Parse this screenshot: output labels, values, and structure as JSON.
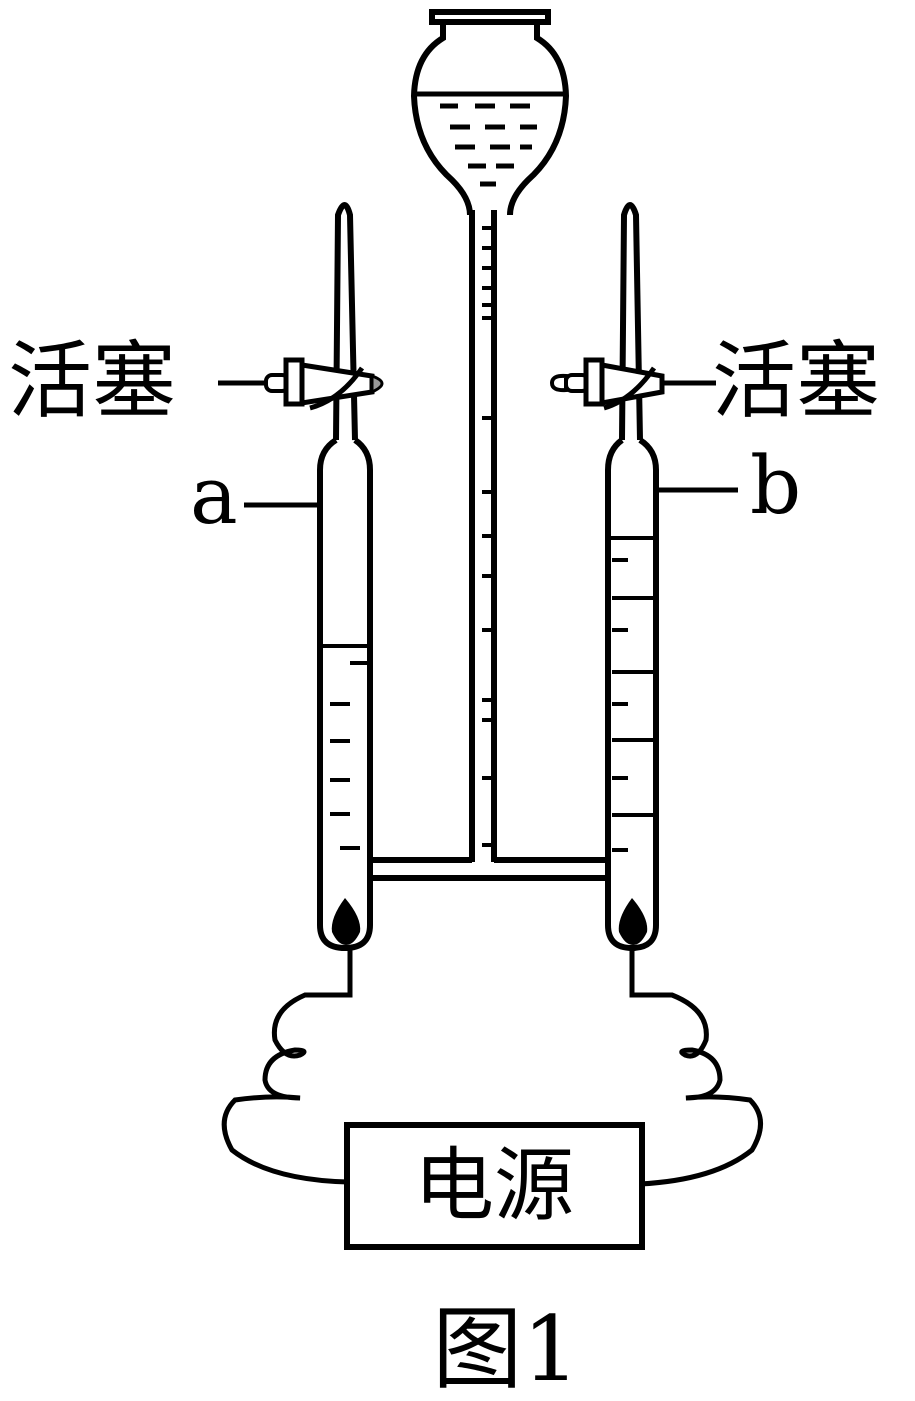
{
  "labels": {
    "stopcock_left": "活塞",
    "stopcock_right": "活塞",
    "tube_a": "a",
    "tube_b": "b",
    "power_supply": "电源",
    "figure_caption": "图1"
  },
  "colors": {
    "stroke": "#000000",
    "background": "#ffffff",
    "stopcock_tip": "#999999"
  },
  "water_level": {
    "tube_a_fraction": 0.5,
    "tube_b_fraction": 0.82
  }
}
